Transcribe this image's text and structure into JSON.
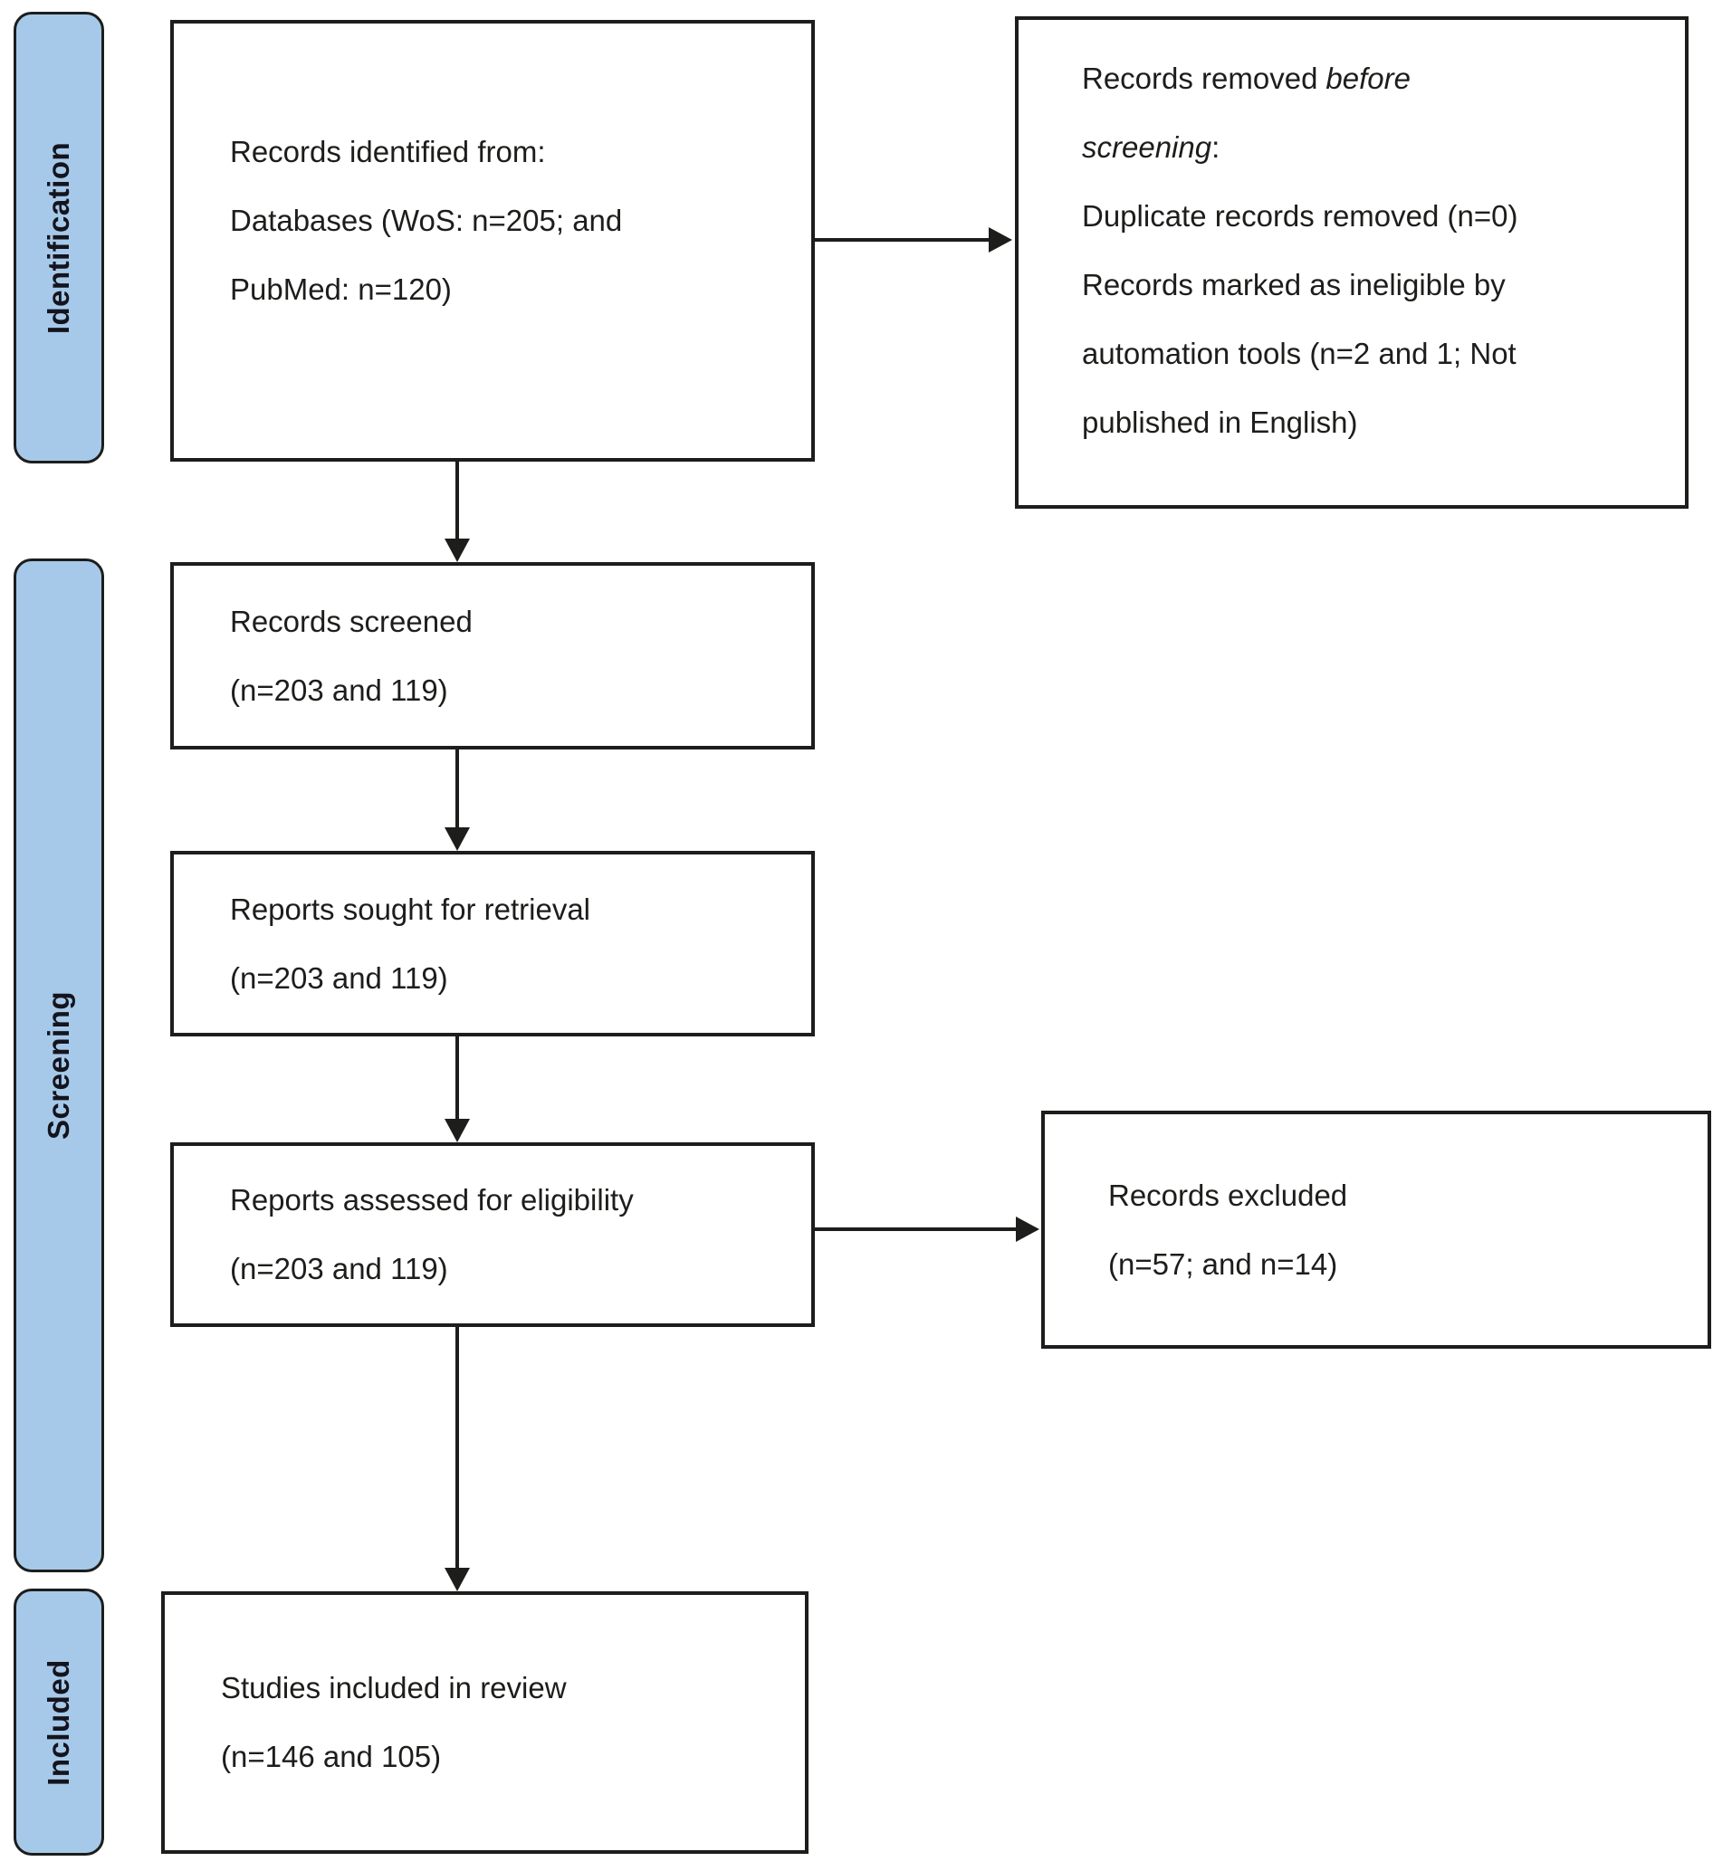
{
  "figure": {
    "type": "prisma-flow-diagram",
    "colors": {
      "background": "#ffffff",
      "stage_fill": "#a6c9e9",
      "stage_border": "#1d1d1b",
      "box_border": "#1d1d1b",
      "text": "#1d1d1b"
    },
    "stage_labels": {
      "identification": "Identification",
      "screening": "Screening",
      "included": "Included"
    },
    "boxes": {
      "identified": {
        "line1": "Records identified from:",
        "line2": "Databases (WoS: n=205; and",
        "line3": "PubMed: n=120)"
      },
      "removed": {
        "line1_regular": "Records removed",
        "line1_italic": "before",
        "line2_italic": "screening",
        "line2_regular": ":",
        "line3": "Duplicate records removed (n=0)",
        "line4": "Records marked as ineligible by",
        "line5": "automation tools (n=2 and 1; Not",
        "line6": "published in English)"
      },
      "screened": {
        "line1": "Records screened",
        "line2": "(n=203 and 119)"
      },
      "sought": {
        "line1": "Reports sought for retrieval",
        "line2": "(n=203 and 119)"
      },
      "assessed": {
        "line1": "Reports assessed for eligibility",
        "line2": "(n=203 and 119)"
      },
      "excluded": {
        "line1": "Records excluded",
        "line2": "(n=57; and n=14)"
      },
      "included": {
        "line1": "Studies included in review",
        "line2": "(n=146 and 105)"
      }
    }
  }
}
